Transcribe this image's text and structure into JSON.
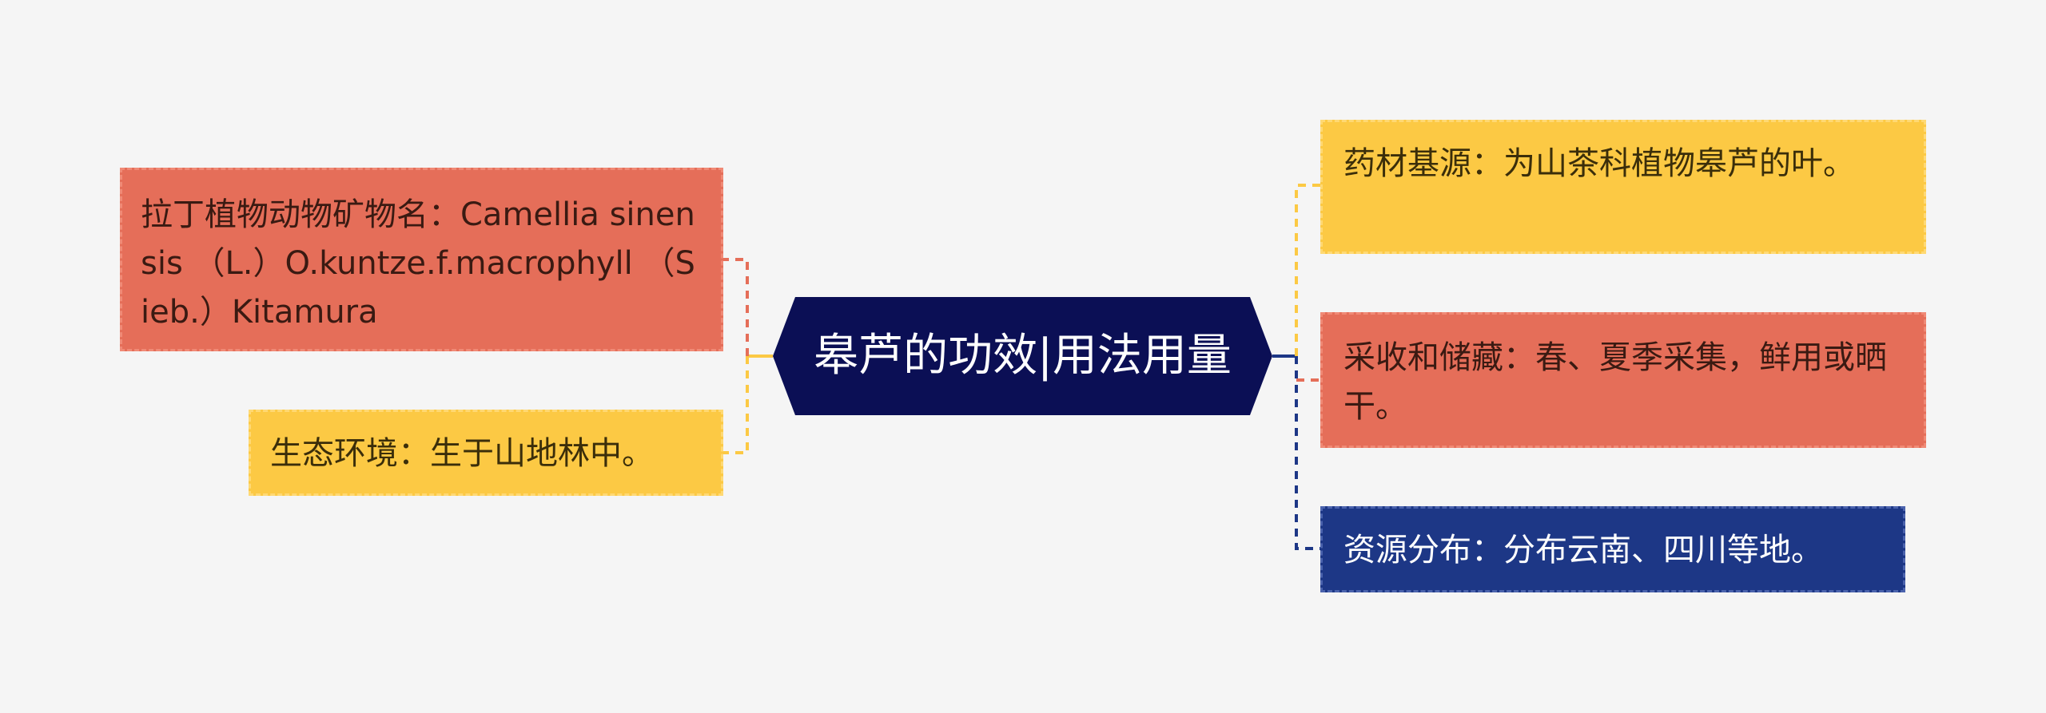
{
  "center": {
    "title": "皋芦的功效|用法用量"
  },
  "left": [
    {
      "text": "拉丁植物动物矿物名：Camellia sinensis （L.）O.kuntze.f.macrophyll （Sieb.）Kitamura",
      "color": "#e56e59"
    },
    {
      "text": "生态环境：生于山地林中。",
      "color": "#fcc944"
    }
  ],
  "right": [
    {
      "text": "药材基源：为山茶科植物皋芦的叶。",
      "color": "#fcc944"
    },
    {
      "text": "采收和储藏：春、夏季采集，鲜用或晒干。",
      "color": "#e56e59"
    },
    {
      "text": "资源分布：分布云南、四川等地。",
      "color": "#1d3786"
    }
  ],
  "colors": {
    "background": "#f5f5f5",
    "center": "#0b0f55",
    "red": "#e56e59",
    "yellow": "#fcc944",
    "blue": "#1d3786"
  }
}
